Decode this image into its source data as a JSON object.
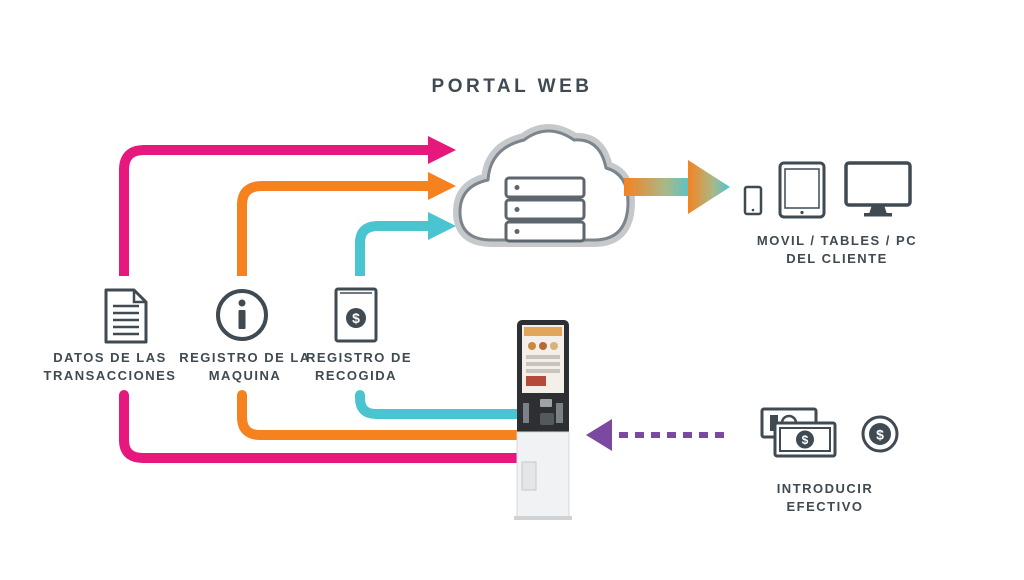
{
  "title": "PORTAL WEB",
  "devices_label": {
    "line1": "MOVIL / TABLES / PC",
    "line2": "DEL CLIENTE"
  },
  "sources": [
    {
      "line1": "DATOS DE LAS",
      "line2": "TRANSACCIONES",
      "icon": "document-icon",
      "color": "#e6187e"
    },
    {
      "line1": "REGISTRO DE LA",
      "line2": "MAQUINA",
      "icon": "info-icon",
      "color": "#f5821f"
    },
    {
      "line1": "REGISTRO DE",
      "line2": "RECOGIDA",
      "icon": "dollar-book-icon",
      "color": "#4bc4d2"
    }
  ],
  "cash_label": {
    "line1": "INTRODUCIR",
    "line2": "EFECTIVO"
  },
  "colors": {
    "pink": "#e6187e",
    "orange": "#f5821f",
    "cyan": "#4bc4d2",
    "purple": "#7b4aa0",
    "text": "#3f4a52"
  }
}
